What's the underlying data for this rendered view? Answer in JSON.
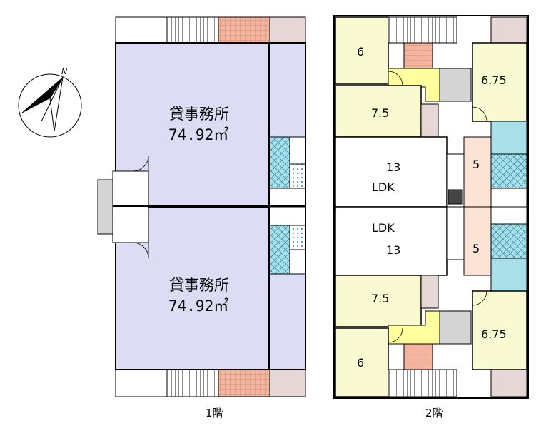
{
  "compass": {
    "north_label": "N"
  },
  "floor1": {
    "caption": "1階",
    "upper_office": {
      "name": "貸事務所",
      "area": "74.92㎡"
    },
    "lower_office": {
      "name": "貸事務所",
      "area": "74.92㎡"
    }
  },
  "floor2": {
    "caption": "2階",
    "upper_unit": {
      "bedroom_a": "6",
      "bedroom_b": "6.75",
      "bedroom_c": "7.5",
      "ldk_size": "13",
      "ldk_label": "LDK",
      "kitchen": "5"
    },
    "lower_unit": {
      "bedroom_a": "6",
      "bedroom_b": "6.75",
      "bedroom_c": "7.5",
      "ldk_size": "13",
      "ldk_label": "LDK",
      "kitchen": "5"
    }
  },
  "colors": {
    "office": "#dcdcf4",
    "bedroom": "#fafad2",
    "kitchen": "#fbe4d5",
    "corridor": "#ffff9e",
    "tatami": "#f1b5a0",
    "closet": "#e6d6d6",
    "bath": "#a8dfe8",
    "utility": "#d4d4d4",
    "wall": "#000000"
  }
}
